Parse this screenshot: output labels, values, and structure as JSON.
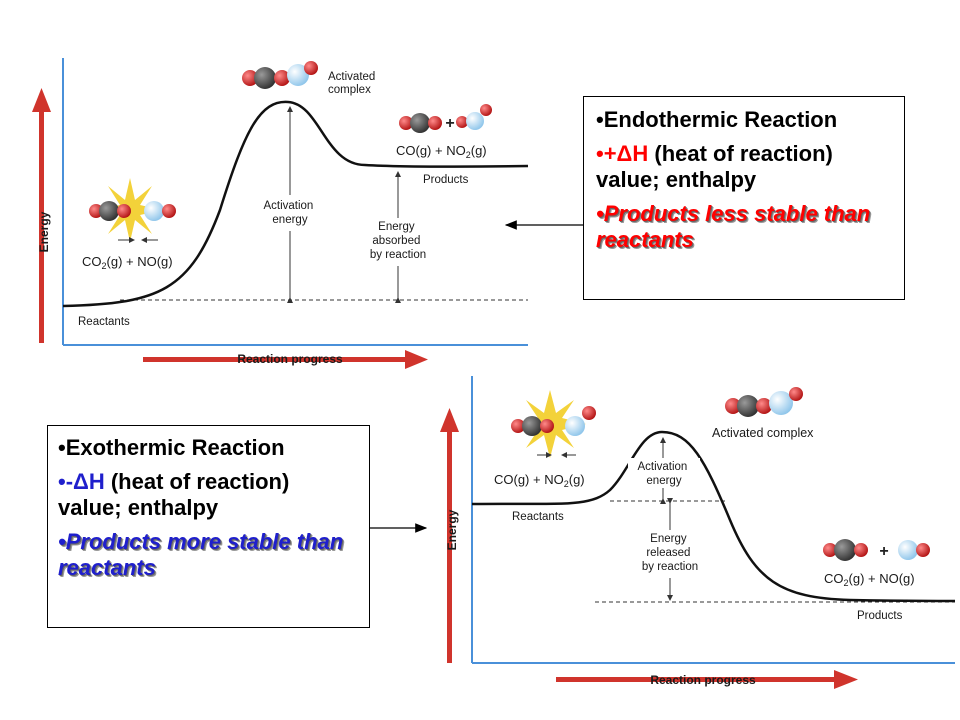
{
  "endothermic": {
    "diagram": {
      "y_axis_label": "Energy",
      "x_axis_label": "Reaction progress",
      "activated_complex_label": [
        "Activated",
        "complex"
      ],
      "reactants_formula": [
        "CO",
        "2",
        "(g) + NO(g)"
      ],
      "products_formula": [
        "CO(g) + NO",
        "2",
        "(g)"
      ],
      "products_label": "Products",
      "reactants_label": "Reactants",
      "activation_energy_label": [
        "Activation",
        "energy"
      ],
      "energy_change_label": [
        "Energy",
        "absorbed",
        "by reaction"
      ]
    },
    "box": {
      "title": "Endothermic Reaction",
      "sign": "+ΔH",
      "sign_rest": " (heat of reaction) value; enthalpy",
      "stability": "Products less stable than reactants"
    }
  },
  "exothermic": {
    "diagram": {
      "y_axis_label": "Energy",
      "x_axis_label": "Reaction progress",
      "activated_complex_label": [
        "Activated complex"
      ],
      "reactants_formula": [
        "CO(g) + NO",
        "2",
        "(g)"
      ],
      "products_formula": [
        "CO",
        "2",
        "(g) + NO(g)"
      ],
      "reactants_label": "Reactants",
      "products_label": "Products",
      "activation_energy_label": [
        "Activation",
        "energy"
      ],
      "energy_change_label": [
        "Energy",
        "released",
        "by reaction"
      ]
    },
    "box": {
      "title": "Exothermic Reaction",
      "sign": "-ΔH",
      "sign_rest": " (heat of reaction) value; enthalpy",
      "stability": "Products more stable than reactants"
    }
  },
  "colors": {
    "axis_blue": "#4a90d9",
    "arrow_red": "#d0342c",
    "carbon": "#444444",
    "oxygen": "#d62020",
    "nitrogen": "#a9d4f0",
    "star": "#f3d23a",
    "text_red": "#ff0000",
    "text_blue": "#1f1fcc"
  }
}
